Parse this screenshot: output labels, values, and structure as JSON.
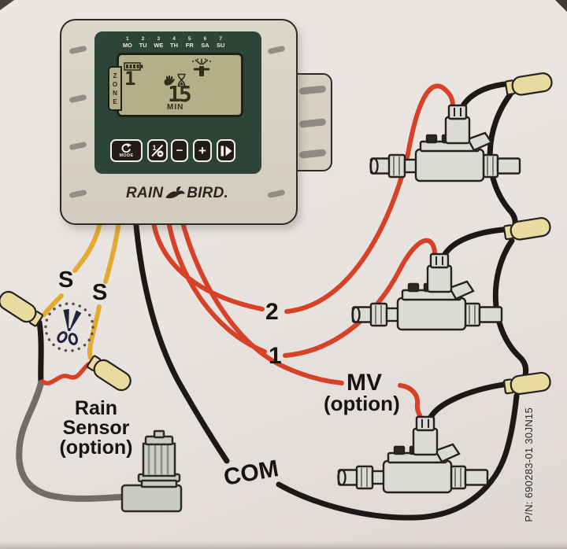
{
  "part_number": "P/N: 690283-01 30JN15",
  "controller": {
    "brand": {
      "left": "RAIN",
      "right": "BIRD."
    },
    "days": [
      {
        "num": "1",
        "abbr": "MO"
      },
      {
        "num": "2",
        "abbr": "TU"
      },
      {
        "num": "3",
        "abbr": "WE"
      },
      {
        "num": "4",
        "abbr": "TH"
      },
      {
        "num": "5",
        "abbr": "FR"
      },
      {
        "num": "6",
        "abbr": "SA"
      },
      {
        "num": "7",
        "abbr": "SU"
      }
    ],
    "display": {
      "zone_letters": [
        "Z",
        "O",
        "N",
        "E"
      ],
      "zone_value": "1",
      "run_time": "15",
      "run_unit": "MIN"
    },
    "buttons": {
      "mode_label": "MODE",
      "onoff_digit": "1",
      "minus_glyph": "−",
      "plus_glyph": "+"
    }
  },
  "wiring": {
    "sensor_left": "S",
    "sensor_right": "S",
    "zone2": "2",
    "zone1": "1",
    "mv": "MV",
    "mv_option": "(option)",
    "com": "COM"
  },
  "rain_sensor": {
    "line1": "Rain",
    "line2": "Sensor",
    "line3": "(option)"
  },
  "colors": {
    "wire_red": "#d64128",
    "wire_yellow": "#e2aa2f",
    "wire_black": "#1b1917",
    "wire_gray": "#6e6d6a",
    "wire_nut": "#e9daa0",
    "panel_green": "#2d4539",
    "lcd_green": "#b3af88",
    "body_beige": "#d6d1c4"
  }
}
